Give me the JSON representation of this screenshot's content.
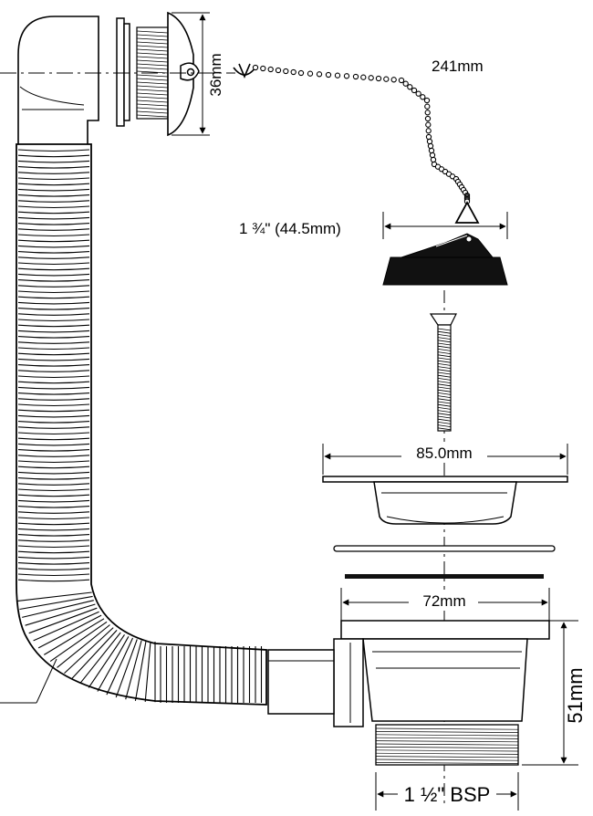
{
  "dimensions": {
    "overflow_height": "36mm",
    "chain_length": "241mm",
    "plug_diameter": "1 ¾\" (44.5mm)",
    "flange_diameter": "85.0mm",
    "body_diameter": "72mm",
    "body_height": "51mm",
    "thread_size": "1 ½\" BSP"
  },
  "colors": {
    "line": "#000000",
    "fill": "#ffffff",
    "plug": "#111111"
  }
}
